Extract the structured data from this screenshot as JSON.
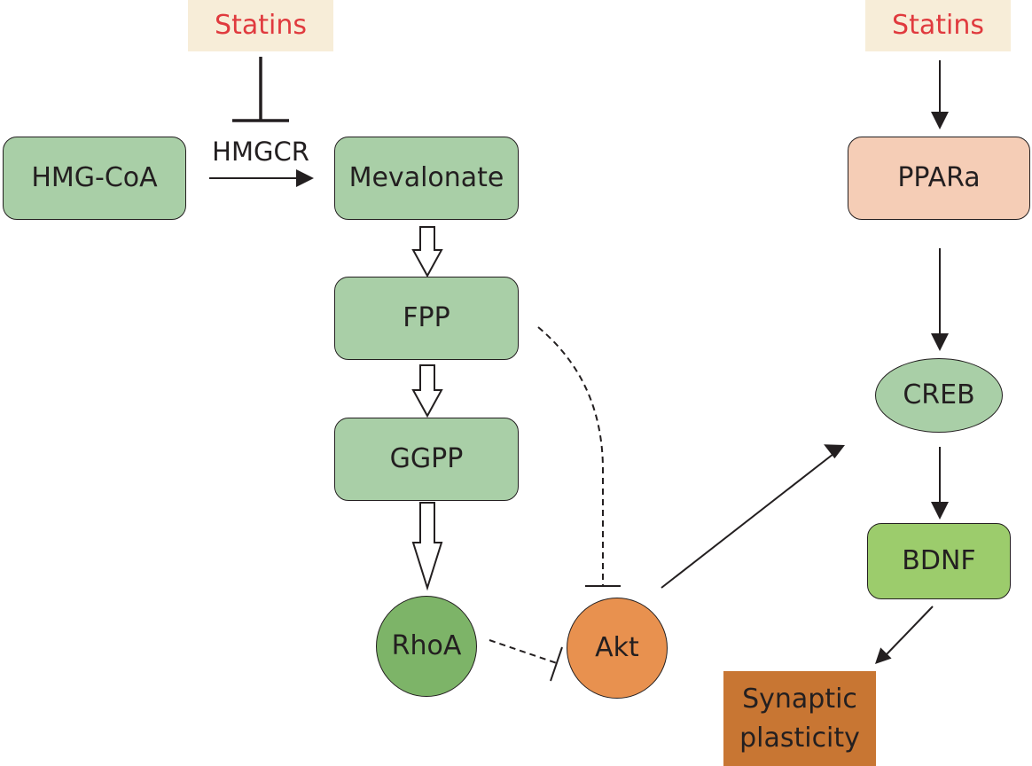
{
  "nodes": {
    "statins_left": "Statins",
    "statins_right": "Statins",
    "hmg_coa": "HMG-CoA",
    "hmgcr": "HMGCR",
    "mevalonate": "Mevalonate",
    "fpp": "FPP",
    "ggpp": "GGPP",
    "rhoa": "RhoA",
    "akt": "Akt",
    "ppara": "PPARa",
    "creb": "CREB",
    "bdnf": "BDNF",
    "synaptic_line1": "Synaptic",
    "synaptic_line2": "plasticity"
  },
  "colors": {
    "statins_bg": "#f7edd8",
    "statins_text": "#e03a3e",
    "metabolite_fill": "#a9cfa7",
    "rhoa_fill": "#7db468",
    "akt_fill": "#e8914f",
    "ppara_fill": "#f5cdb6",
    "creb_fill": "#a9cfa7",
    "bdnf_fill": "#9ccc6c",
    "synaptic_fill": "#c87633",
    "line": "#231f20"
  }
}
